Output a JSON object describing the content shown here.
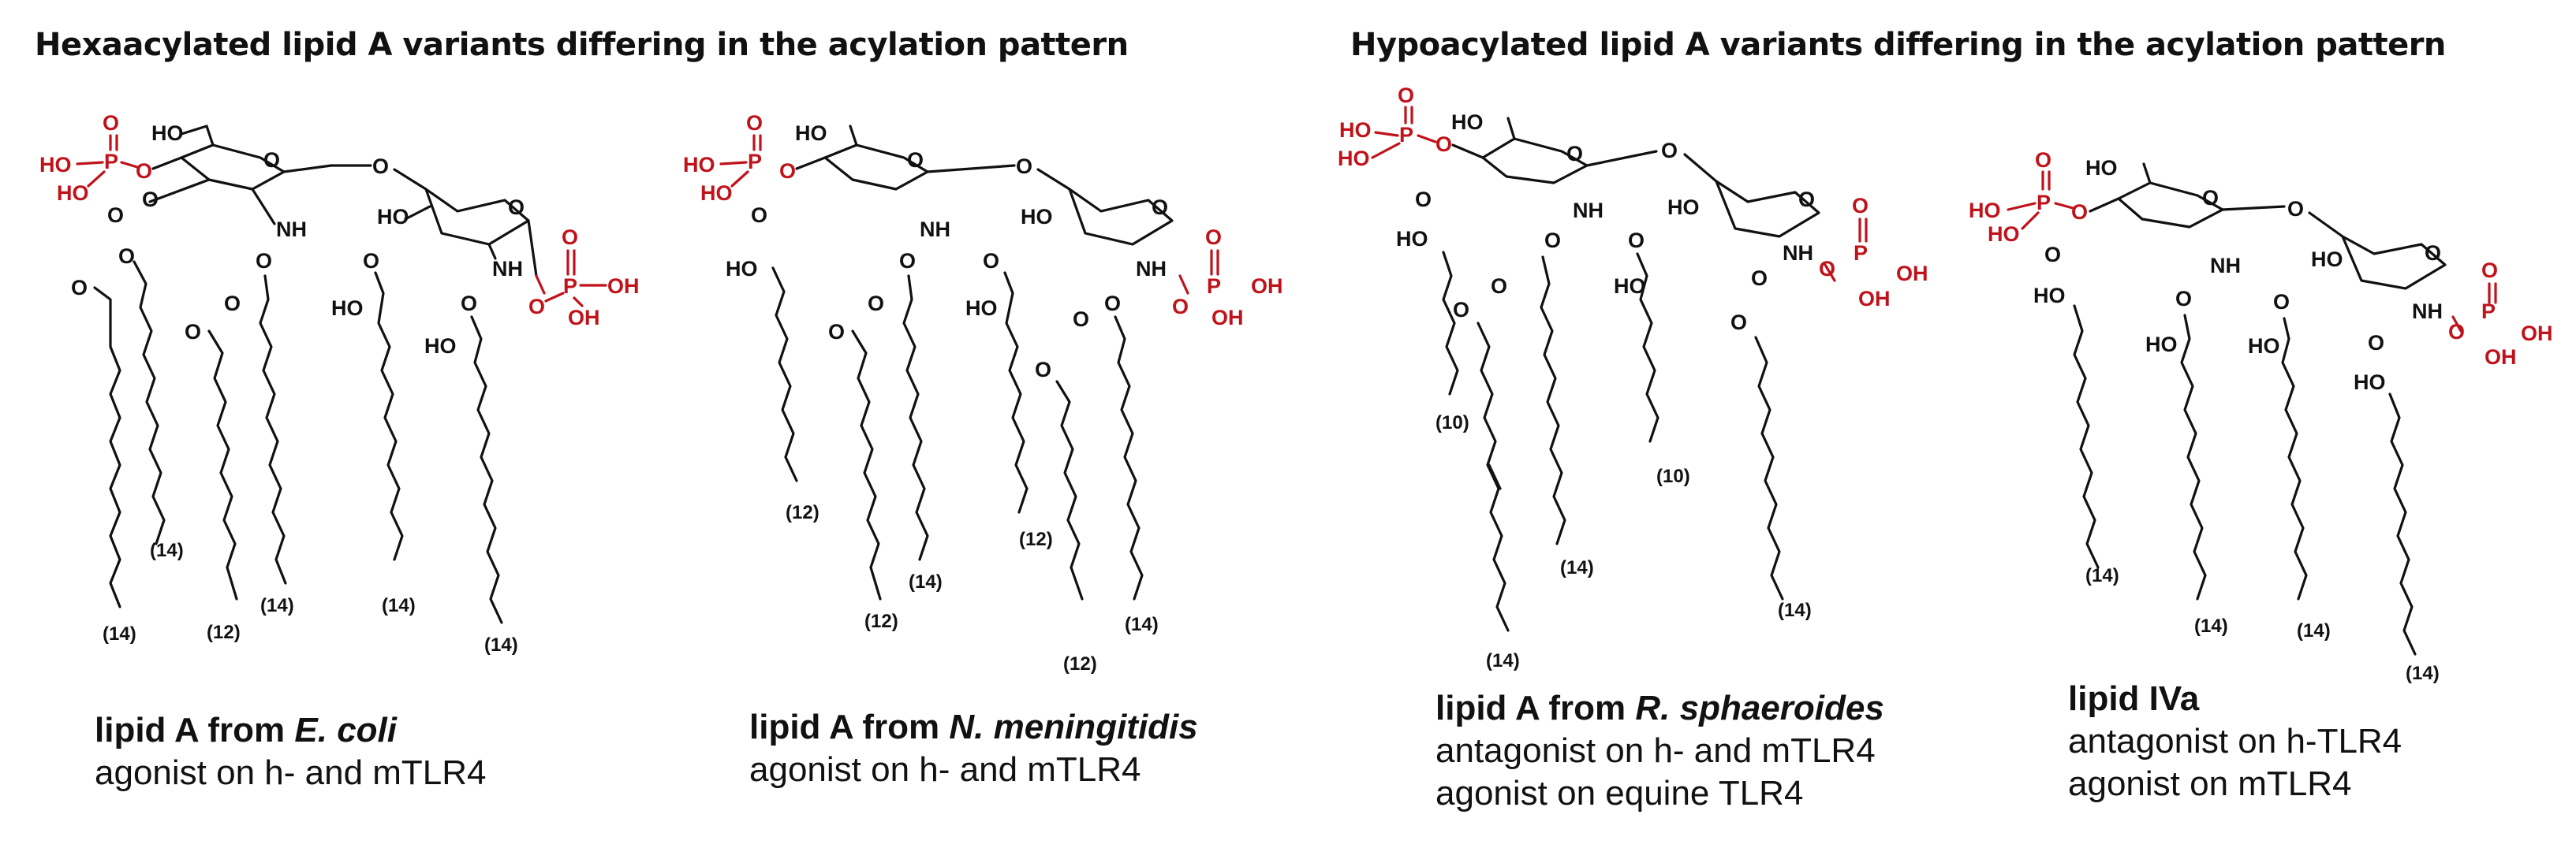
{
  "sections": [
    {
      "title": "Hexaacylated lipid A variants differing in the acylation pattern"
    },
    {
      "title": "Hypoacylated lipid A variants differing in the acylation pattern"
    }
  ],
  "atoms": {
    "HO": "HO",
    "O": "O",
    "P": "P",
    "OH": "OH",
    "NH": "NH"
  },
  "molecules": [
    {
      "name_prefix": "lipid A from ",
      "name_italic": "E. coli",
      "activities": [
        "agonist on h- and mTLR4"
      ],
      "chain_labels": [
        "(14)",
        "(14)",
        "(12)",
        "(14)",
        "(14)",
        "(14)"
      ]
    },
    {
      "name_prefix": "lipid A from ",
      "name_italic": "N. meningitidis",
      "activities": [
        "agonist on h- and mTLR4"
      ],
      "chain_labels": [
        "(12)",
        "(12)",
        "(14)",
        "(12)",
        "(12)",
        "(14)"
      ]
    },
    {
      "name_prefix": "lipid A from ",
      "name_italic": "R. sphaeroides",
      "activities": [
        "antagonist on h- and mTLR4",
        "agonist on equine TLR4"
      ],
      "chain_labels": [
        "(10)",
        "(14)",
        "(14)",
        "(10)",
        "(14)"
      ]
    },
    {
      "name_prefix": "lipid IVa",
      "name_italic": "",
      "activities": [
        "antagonist on h-TLR4",
        "agonist on mTLR4"
      ],
      "chain_labels": [
        "(14)",
        "(14)",
        "(14)",
        "(14)"
      ]
    }
  ]
}
